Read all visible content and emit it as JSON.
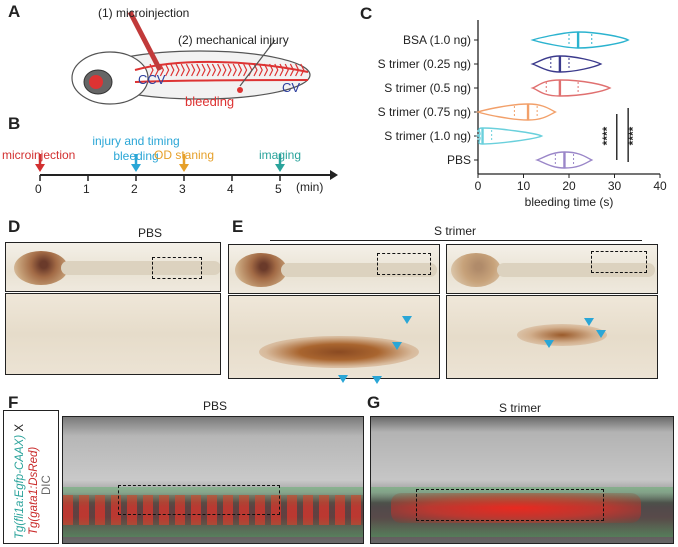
{
  "panels": {
    "a": {
      "label": "A",
      "microinjection": "(1) microinjection",
      "injury": "(2) mechanical injury",
      "ccv": "CCV",
      "cv": "CV",
      "bleeding": "bleeding"
    },
    "b": {
      "label": "B",
      "events": [
        {
          "t": 0,
          "label": "microinjection",
          "color": "#d23030"
        },
        {
          "t": 2,
          "label": "injury and timing\nbleeding",
          "color": "#2aa6d6"
        },
        {
          "t": 3,
          "label": "OD staning",
          "color": "#e6a02a"
        },
        {
          "t": 5,
          "label": "imaging",
          "color": "#2aa39b"
        }
      ],
      "ticks": [
        "0",
        "1",
        "2",
        "3",
        "4",
        "5"
      ],
      "unit": "(min)"
    },
    "c": {
      "label": "C"
    },
    "d": {
      "label": "D",
      "title": "PBS"
    },
    "e": {
      "label": "E",
      "title": "S trimer"
    },
    "f": {
      "label": "F",
      "title": "PBS",
      "side_label_1": "Tg(fli1a:Egfp-CAAX)",
      "side_label_x": " X ",
      "side_label_2": "Tg(gata1:DsRed)",
      "side_label_3": "DIC"
    },
    "g": {
      "label": "G",
      "title": "S trimer"
    }
  },
  "chart_data": {
    "type": "violin",
    "xlabel": "bleeding time (s)",
    "xlim": [
      0,
      40
    ],
    "xticks": [
      0,
      10,
      20,
      30,
      40
    ],
    "categories": [
      "BSA (1.0 ng)",
      "S trimer (0.25 ng)",
      "S trimer (0.5 ng)",
      "S trimer (0.75 ng)",
      "S trimer (1.0 ng)",
      "PBS"
    ],
    "series": [
      {
        "name": "BSA (1.0 ng)",
        "median": 22,
        "q1": 20,
        "q3": 25,
        "min": 12,
        "max": 33,
        "color": "#2bb3cf"
      },
      {
        "name": "S trimer (0.25 ng)",
        "median": 18,
        "q1": 16,
        "q3": 20,
        "min": 12,
        "max": 27,
        "color": "#3b3a8c"
      },
      {
        "name": "S trimer (0.5 ng)",
        "median": 18,
        "q1": 15,
        "q3": 22,
        "min": 12,
        "max": 29,
        "color": "#e07070"
      },
      {
        "name": "S trimer (0.75 ng)",
        "median": 11,
        "q1": 8,
        "q3": 13,
        "min": 0,
        "max": 17,
        "color": "#f2a06a"
      },
      {
        "name": "S trimer (1.0 ng)",
        "median": 1,
        "q1": 0,
        "q3": 3,
        "min": 0,
        "max": 14,
        "color": "#6ad0dc"
      },
      {
        "name": "PBS",
        "median": 19,
        "q1": 17,
        "q3": 21,
        "min": 13,
        "max": 25,
        "color": "#9a86c8"
      }
    ],
    "significance": [
      "****",
      "****"
    ],
    "colors": {
      "violin_edge": "#555555"
    }
  }
}
